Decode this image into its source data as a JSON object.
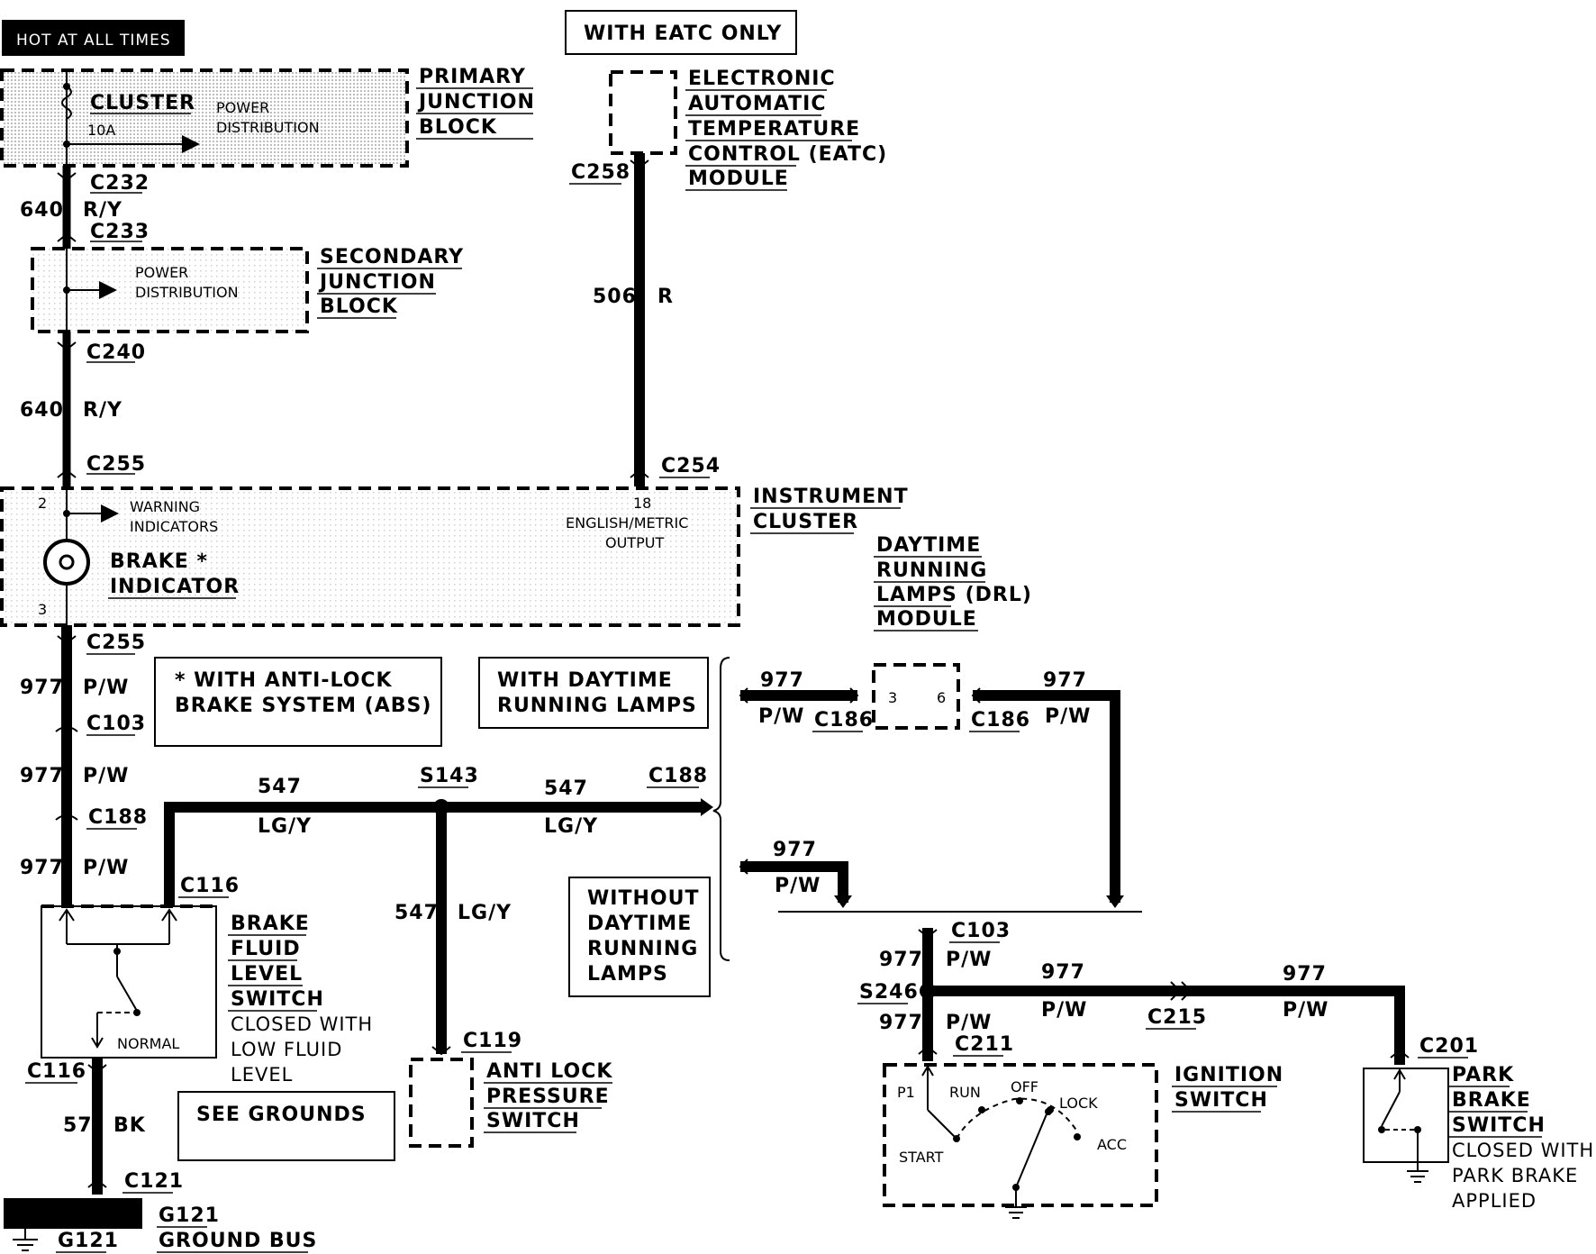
{
  "hot_label": "HOT AT ALL TIMES",
  "eatc_only": "WITH EATC ONLY",
  "primary_jb": {
    "l1": "PRIMARY",
    "l2": "JUNCTION",
    "l3": "BLOCK",
    "cluster": "CLUSTER",
    "fuse": "10A",
    "pd1": "POWER",
    "pd2": "DISTRIBUTION"
  },
  "secondary_jb": {
    "l1": "SECONDARY",
    "l2": "JUNCTION",
    "l3": "BLOCK",
    "pd1": "POWER",
    "pd2": "DISTRIBUTION"
  },
  "eatc": {
    "l1": "ELECTRONIC",
    "l2": "AUTOMATIC",
    "l3": "TEMPERATURE",
    "l4": "CONTROL (EATC)",
    "l5": "MODULE"
  },
  "cluster": {
    "l1": "INSTRUMENT",
    "l2": "CLUSTER",
    "pin2": "2",
    "pin3": "3",
    "pin18": "18",
    "warn1": "WARNING",
    "warn2": "INDICATORS",
    "brake1": "BRAKE *",
    "brake2": "INDICATOR",
    "out1": "ENGLISH/METRIC",
    "out2": "OUTPUT"
  },
  "drl_module": {
    "l1": "DAYTIME",
    "l2": "RUNNING",
    "l3": "LAMPS (DRL)",
    "l4": "MODULE",
    "pin3": "3",
    "pin6": "6"
  },
  "connectors": {
    "c232": "C232",
    "c233": "C233",
    "c240": "C240",
    "c255a": "C255",
    "c255b": "C255",
    "c258": "C258",
    "c254": "C254",
    "c103a": "C103",
    "c188a": "C188",
    "c188b": "C188",
    "c116a": "C116",
    "c116b": "C116",
    "c121": "C121",
    "c119": "C119",
    "c186a": "C186",
    "c186b": "C186",
    "c103b": "C103",
    "c215": "C215",
    "c211": "C211",
    "c201": "C201",
    "s143": "S143",
    "s246": "S246",
    "g121a": "G121",
    "g121b": "G121"
  },
  "wires": {
    "w640a": "640",
    "w640a_c": "R/Y",
    "w640b": "640",
    "w640b_c": "R/Y",
    "w506": "506",
    "w506_c": "R",
    "w977a": "977",
    "w977a_c": "P/W",
    "w977b": "977",
    "w977b_c": "P/W",
    "w977c": "977",
    "w977c_c": "P/W",
    "w547a": "547",
    "w547a_c": "LG/Y",
    "w547b": "547",
    "w547b_c": "LG/Y",
    "w547c": "547",
    "w547c_c": "LG/Y",
    "w57": "57",
    "w57_c": "BK",
    "w977d": "977",
    "w977d_c": "P/W",
    "w977e": "977",
    "w977e_c": "P/W",
    "w977f": "977",
    "w977f_c": "P/W",
    "w977g": "977",
    "w977g_c": "P/W",
    "w977h": "977",
    "w977h_c": "P/W",
    "w977i": "977",
    "w977i_c": "P/W",
    "w977j": "977",
    "w977j_c": "P/W"
  },
  "notes": {
    "abs1": "* WITH ANTI-LOCK",
    "abs2": "BRAKE SYSTEM (ABS)",
    "drl1": "WITH DAYTIME",
    "drl2": "RUNNING LAMPS",
    "nodrl1": "WITHOUT",
    "nodrl2": "DAYTIME",
    "nodrl3": "RUNNING",
    "nodrl4": "LAMPS",
    "grounds": "SEE GROUNDS"
  },
  "brake_fluid": {
    "l1": "BRAKE",
    "l2": "FLUID",
    "l3": "LEVEL",
    "l4": "SWITCH",
    "l5": "CLOSED WITH",
    "l6": "LOW FLUID",
    "l7": "LEVEL",
    "normal": "NORMAL"
  },
  "abs_switch": {
    "l1": "ANTI LOCK",
    "l2": "PRESSURE",
    "l3": "SWITCH"
  },
  "ground_bus": {
    "l1": "GROUND BUS"
  },
  "ignition": {
    "l1": "IGNITION",
    "l2": "SWITCH",
    "p1": "P1",
    "run": "RUN",
    "off": "OFF",
    "lock": "LOCK",
    "acc": "ACC",
    "start": "START"
  },
  "park_brake": {
    "l1": "PARK",
    "l2": "BRAKE",
    "l3": "SWITCH",
    "l4": "CLOSED WITH",
    "l5": "PARK BRAKE",
    "l6": "APPLIED"
  }
}
